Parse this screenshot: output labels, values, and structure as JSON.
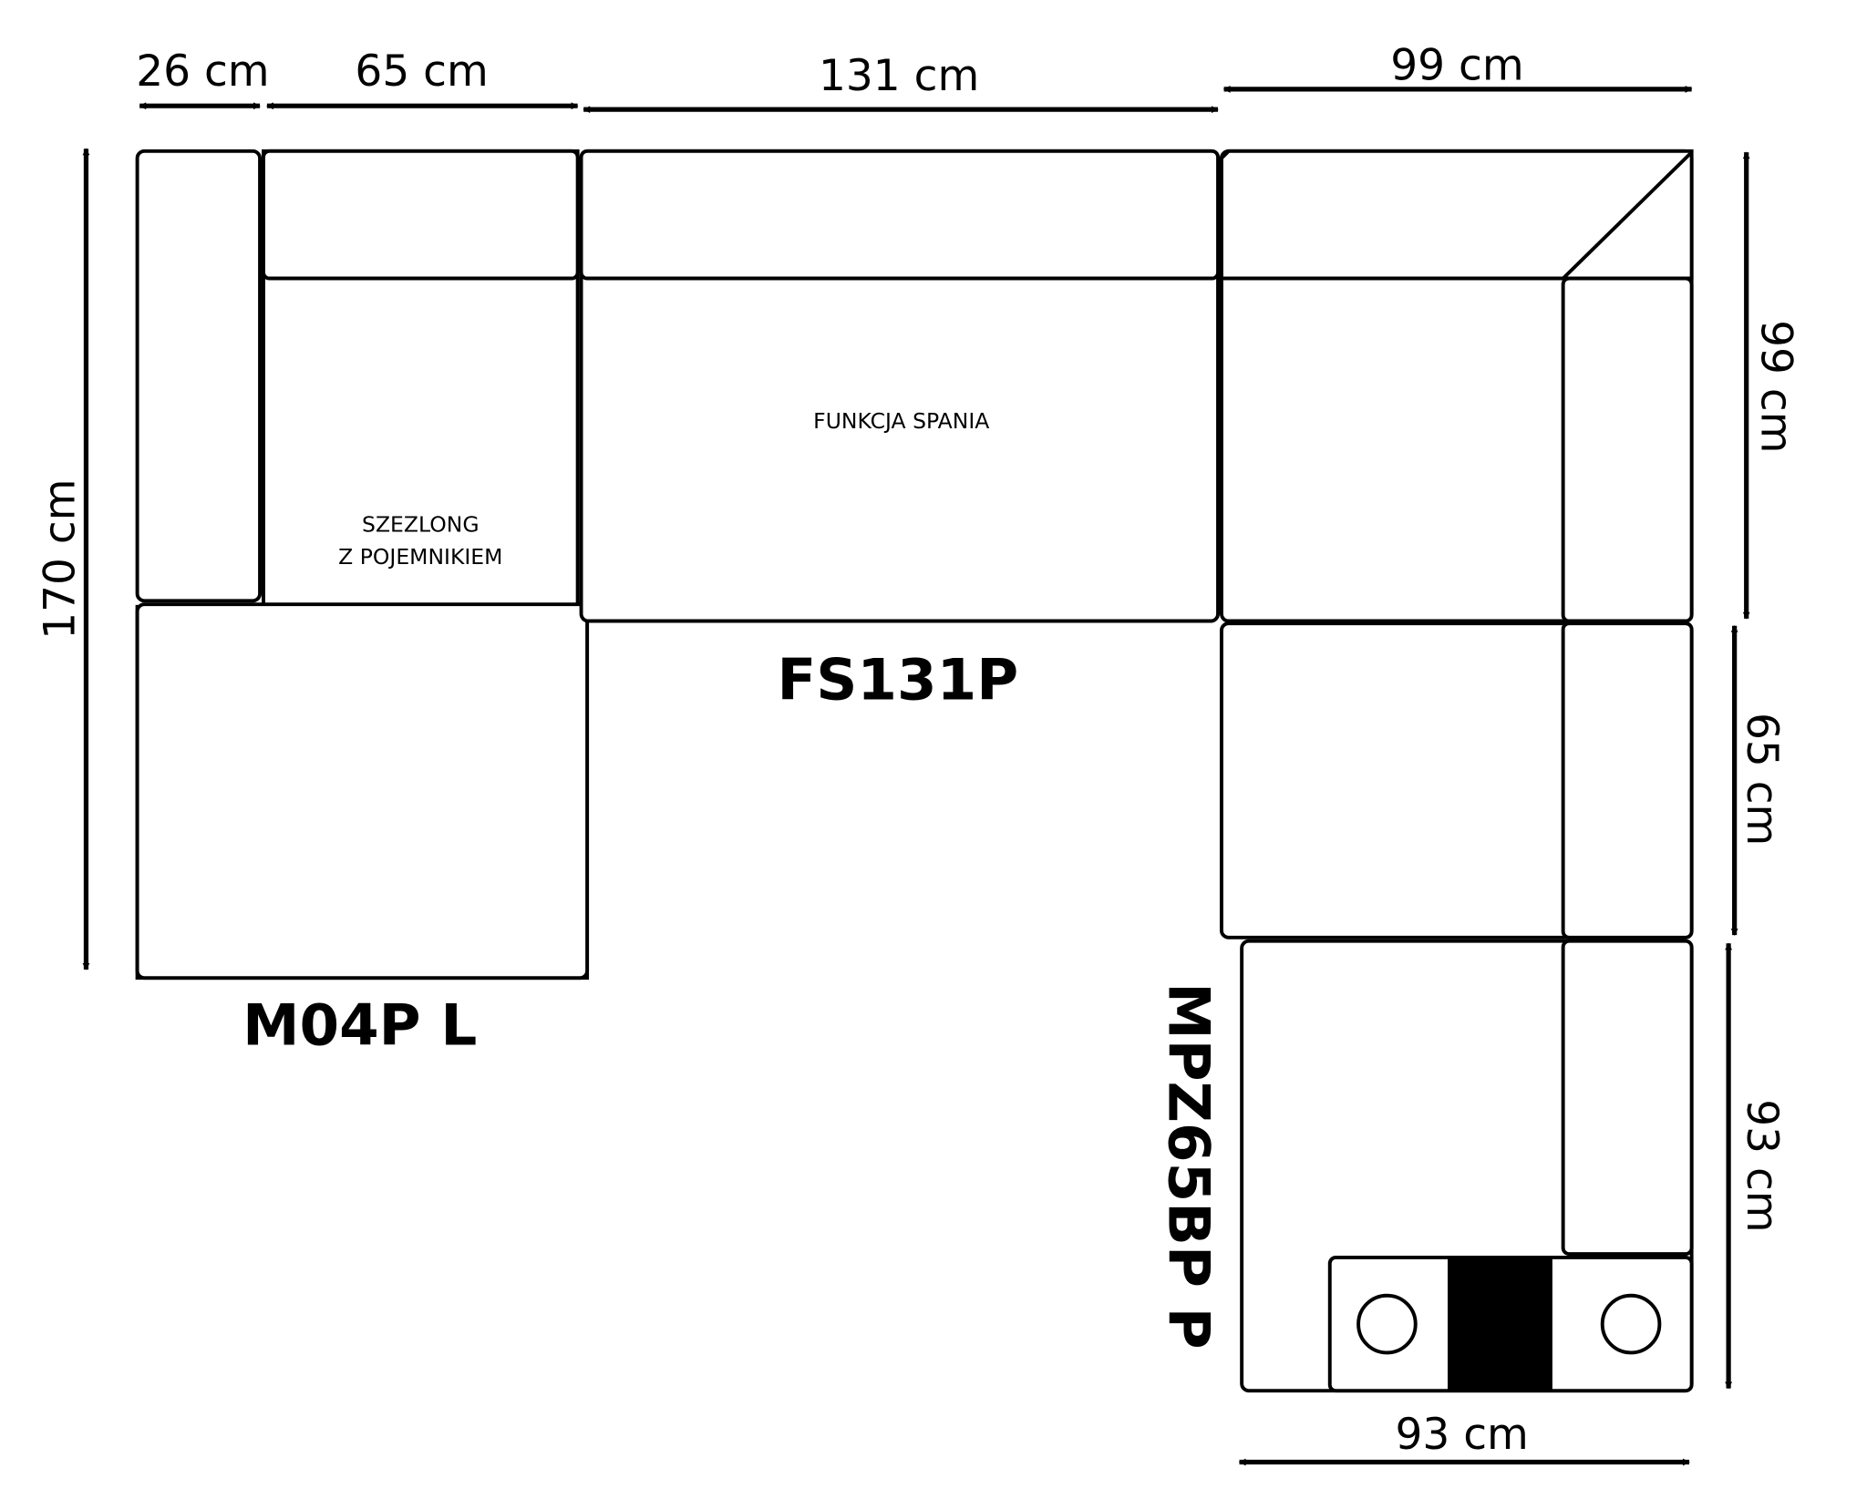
{
  "dimensions": {
    "top_armrest": "26 cm",
    "top_chaise_seat": "65 cm",
    "top_sleeper": "131 cm",
    "top_corner": "99 cm",
    "left_height": "170 cm",
    "right_corner": "99 cm",
    "right_middle": "65 cm",
    "right_bottom": "93 cm",
    "bottom_width": "93 cm"
  },
  "modules": {
    "chaise": {
      "model": "M04P L",
      "note_line1": "SZEZLONG",
      "note_line2": "Z POJEMNIKIEM"
    },
    "sleeper": {
      "model": "FS131P",
      "note": "FUNKCJA SPANIA"
    },
    "end": {
      "model": "MPZ65BP P"
    }
  },
  "colors": {
    "line": "#000000",
    "background": "#ffffff"
  }
}
